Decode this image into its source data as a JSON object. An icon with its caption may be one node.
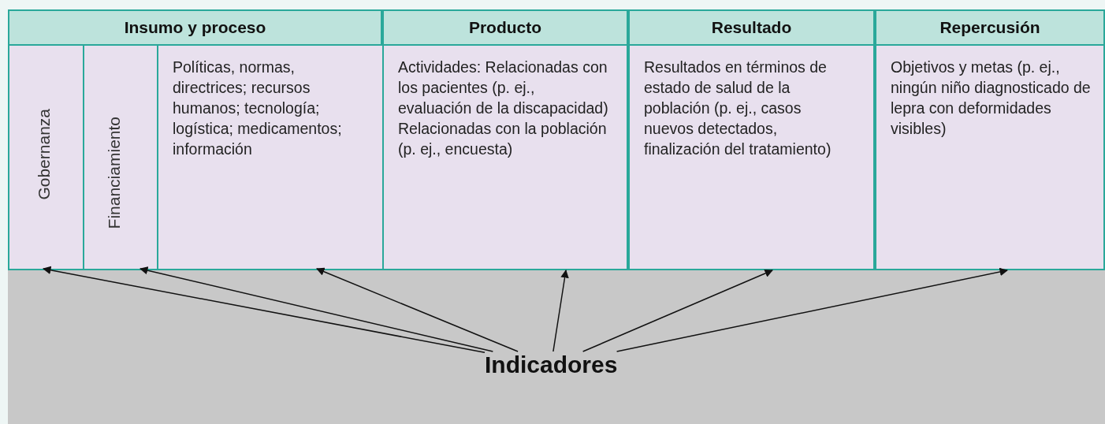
{
  "diagram": {
    "nodes": [
      {
        "text": [
          "Insumo y proceso"
        ]
      },
      {
        "text": [
          "Gobernanza"
        ],
        "in": 0
      },
      {
        "text": [
          "Financiamiento"
        ],
        "in": 0
      },
      {
        "text": [
          "Políticas, normas, directrices; recursos humanos; tecnología; logística; medicamentos; información"
        ],
        "in": 0
      },
      {
        "text": [
          "Producto",
          "Actividades: Relacionadas con los pacientes (p. ej., evaluación de la discapacidad) Relacionadas con la población (p. ej., encuesta)"
        ]
      },
      {
        "text": [
          "Resultado",
          "Resultados en términos de estado de salud de la población (p. ej., casos nuevos detectados, finalización del tratamiento)"
        ]
      },
      {
        "text": [
          "Repercusión",
          "Objetivos y metas (p. ej., ningún niño diagnosticado de lepra con deformidades visibles)"
        ]
      },
      {
        "text": [
          "Indicadores"
        ]
      }
    ],
    "edges": [
      {
        "from": 7,
        "to": 1,
        "arrow": "to"
      },
      {
        "from": 7,
        "to": 2,
        "arrow": "to"
      },
      {
        "from": 7,
        "to": 3,
        "arrow": "to"
      },
      {
        "from": 7,
        "to": 4,
        "arrow": "to"
      },
      {
        "from": 7,
        "to": 5,
        "arrow": "to"
      },
      {
        "from": 7,
        "to": 6,
        "arrow": "to"
      }
    ]
  }
}
